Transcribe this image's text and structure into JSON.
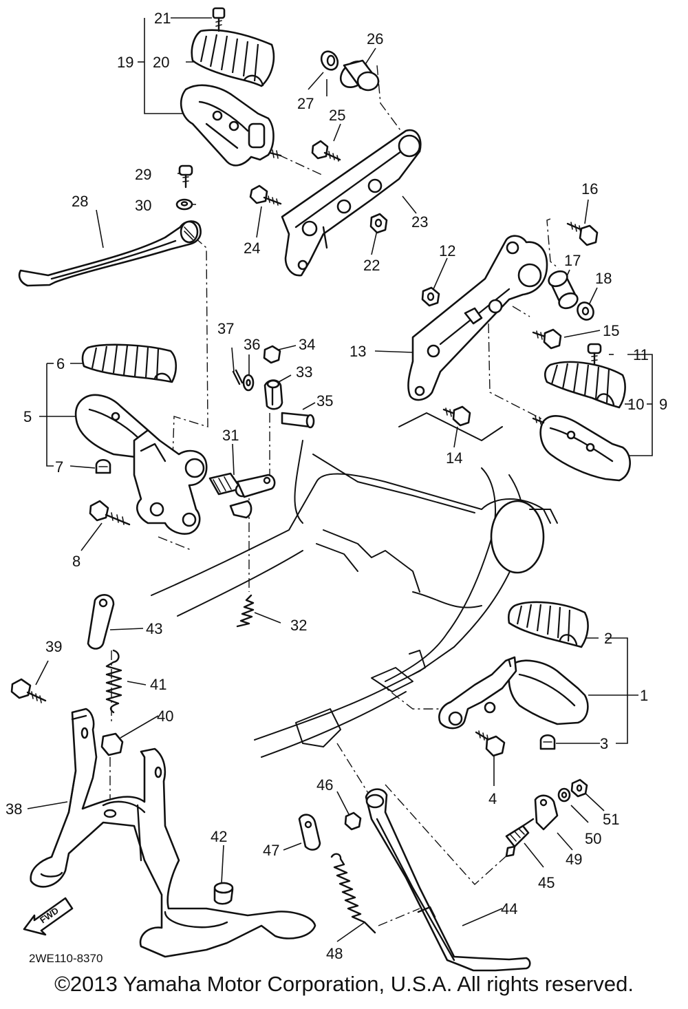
{
  "callouts": [
    "1",
    "2",
    "3",
    "4",
    "5",
    "6",
    "7",
    "8",
    "9",
    "10",
    "11",
    "12",
    "13",
    "14",
    "15",
    "16",
    "17",
    "18",
    "19",
    "20",
    "21",
    "22",
    "23",
    "24",
    "25",
    "26",
    "27",
    "28",
    "29",
    "30",
    "31",
    "32",
    "33",
    "34",
    "35",
    "36",
    "37",
    "38",
    "39",
    "40",
    "41",
    "42",
    "43",
    "44",
    "45",
    "46",
    "47",
    "48",
    "49",
    "50",
    "51"
  ],
  "diagram_code": "2WE110-8370",
  "fwd_label": "FWD",
  "copyright": "©2013 Yamaha Motor Corporation, U.S.A. All rights reserved."
}
